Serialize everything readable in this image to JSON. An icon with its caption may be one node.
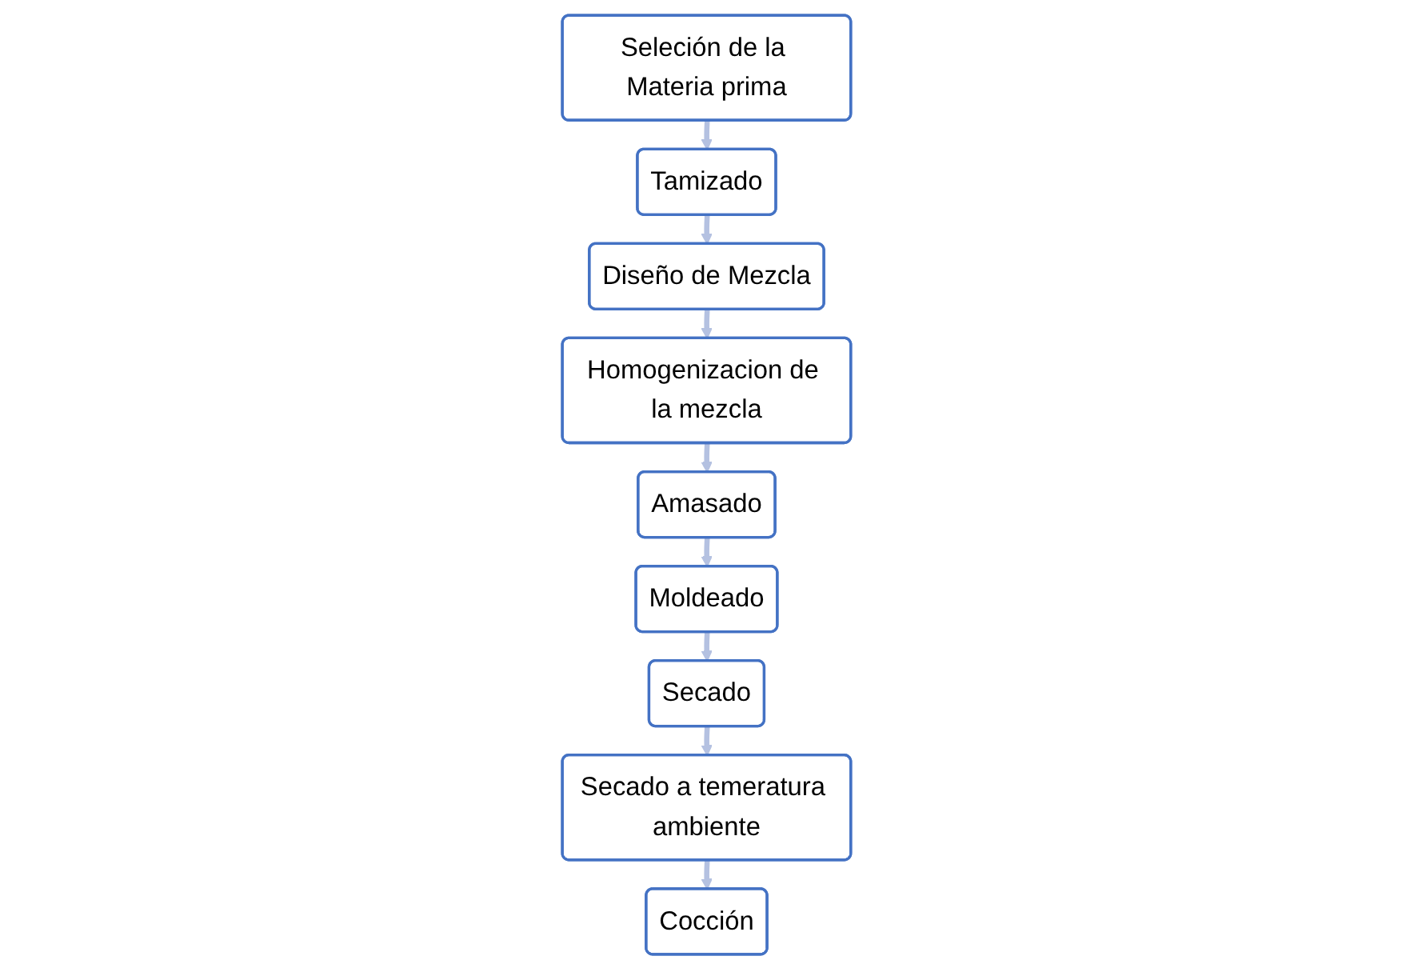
{
  "diagram": {
    "nodes": [
      {
        "text": [
          "Seleción de la Materia prima"
        ]
      },
      {
        "text": [
          "Tamizado"
        ]
      },
      {
        "text": [
          "Diseño de Mezcla"
        ]
      },
      {
        "text": [
          "Homogenizacion de la mezcla"
        ]
      },
      {
        "text": [
          "Amasado"
        ]
      },
      {
        "text": [
          "Moldeado"
        ]
      },
      {
        "text": [
          "Secado"
        ]
      },
      {
        "text": [
          "Secado a temeratura ambiente"
        ]
      },
      {
        "text": [
          "Cocción"
        ]
      }
    ],
    "edges": [
      {
        "from": 0,
        "to": 1,
        "arrow": "to"
      },
      {
        "from": 1,
        "to": 2,
        "arrow": "to"
      },
      {
        "from": 2,
        "to": 3,
        "arrow": "to"
      },
      {
        "from": 3,
        "to": 4,
        "arrow": "to"
      },
      {
        "from": 4,
        "to": 5,
        "arrow": "to"
      },
      {
        "from": 5,
        "to": 6,
        "arrow": "to"
      },
      {
        "from": 6,
        "to": 7,
        "arrow": "to"
      },
      {
        "from": 7,
        "to": 8,
        "arrow": "to"
      }
    ]
  }
}
